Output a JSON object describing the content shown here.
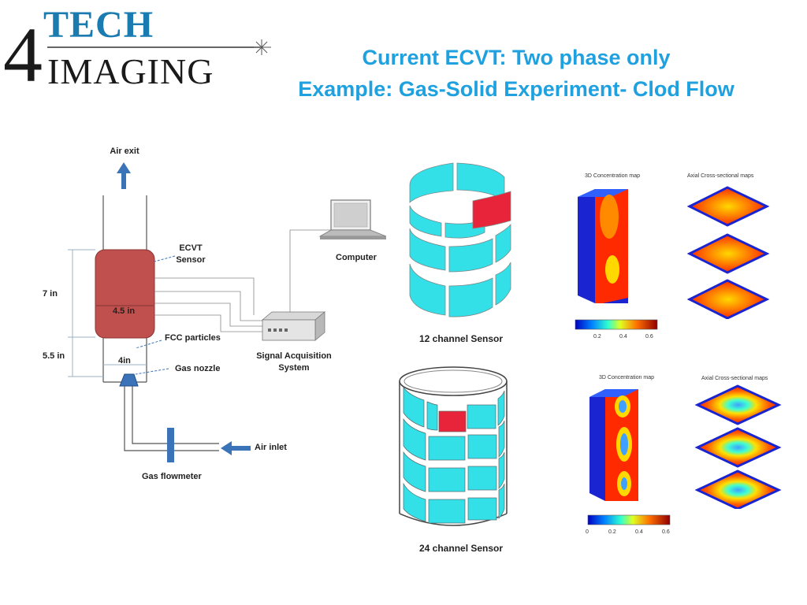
{
  "logo": {
    "line1": "TECH",
    "digit": "4",
    "line2": "IMAGING"
  },
  "header": {
    "title": "Current ECVT:  Two phase only",
    "subtitle": "Example: Gas-Solid Experiment- Clod Flow"
  },
  "diagram": {
    "air_exit": "Air exit",
    "ecvt_sensor_line1": "ECVT",
    "ecvt_sensor_line2": "Sensor",
    "computer": "Computer",
    "dim_7in": "7 in",
    "dim_45in": "4.5 in",
    "fcc_particles": "FCC particles",
    "dim_55in": "5.5 in",
    "dim_4in": "4in",
    "gas_nozzle": "Gas nozzle",
    "signal_acq_line1": "Signal Acquisition",
    "signal_acq_line2": "System",
    "air_inlet": "Air inlet",
    "gas_flowmeter": "Gas flowmeter"
  },
  "sensors": {
    "sensor12": "12 channel Sensor",
    "sensor24": "24 channel Sensor"
  },
  "maps_top": {
    "concentration_title": "3D Concentration map",
    "axial_title": "Axial Cross-sectional maps",
    "ticks": [
      "0.2",
      "0.4",
      "0.6"
    ]
  },
  "maps_bottom": {
    "concentration_title": "3D Concentration map",
    "axial_title": "Axial Cross-sectional maps",
    "ticks": [
      "0",
      "0.2",
      "0.4",
      "0.6"
    ]
  },
  "colors": {
    "title": "#1fa1e0",
    "logo_tech": "#1a7bb0",
    "arrow_blue": "#3b73b9",
    "column_red": "#c0504d",
    "electrode_cyan": "#33e0e8",
    "electrode_red": "#e8243a"
  }
}
